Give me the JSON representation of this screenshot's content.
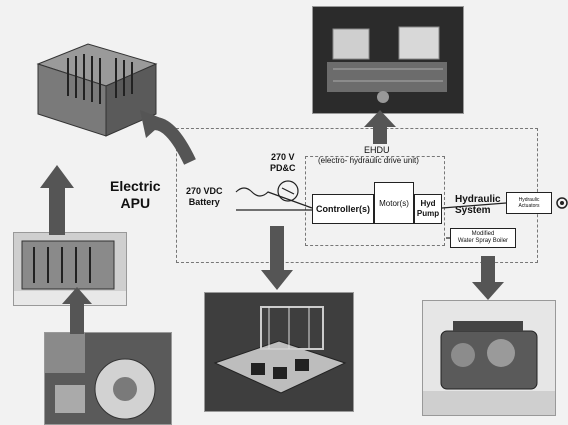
{
  "labels": {
    "electric_apu": [
      "Electric",
      "APU"
    ],
    "battery": [
      "270 VDC",
      "Battery"
    ],
    "pdc": [
      "270 V",
      "PD&C"
    ],
    "ehdu_title": "EHDU",
    "ehdu_sub": "(electro- hydraulic drive unit)",
    "controller": "Controller(s)",
    "motor": "Motor(s)",
    "hyd_pump": [
      "Hyd",
      "Pump"
    ],
    "hydraulic_system": [
      "Hydraulic",
      "System"
    ],
    "hydraulic_actuators": [
      "Hydraulic",
      "Actuators"
    ],
    "water_spray_boiler": [
      "Modified",
      "Water Spray Boiler"
    ]
  },
  "colors": {
    "arrow": "#555555",
    "dash": "#777777",
    "photo_dark": "#3a3a3a"
  },
  "icons": [
    "curved-arrow-icon",
    "down-arrow-icon",
    "up-arrow-icon",
    "battery-icon",
    "switch-icon"
  ]
}
